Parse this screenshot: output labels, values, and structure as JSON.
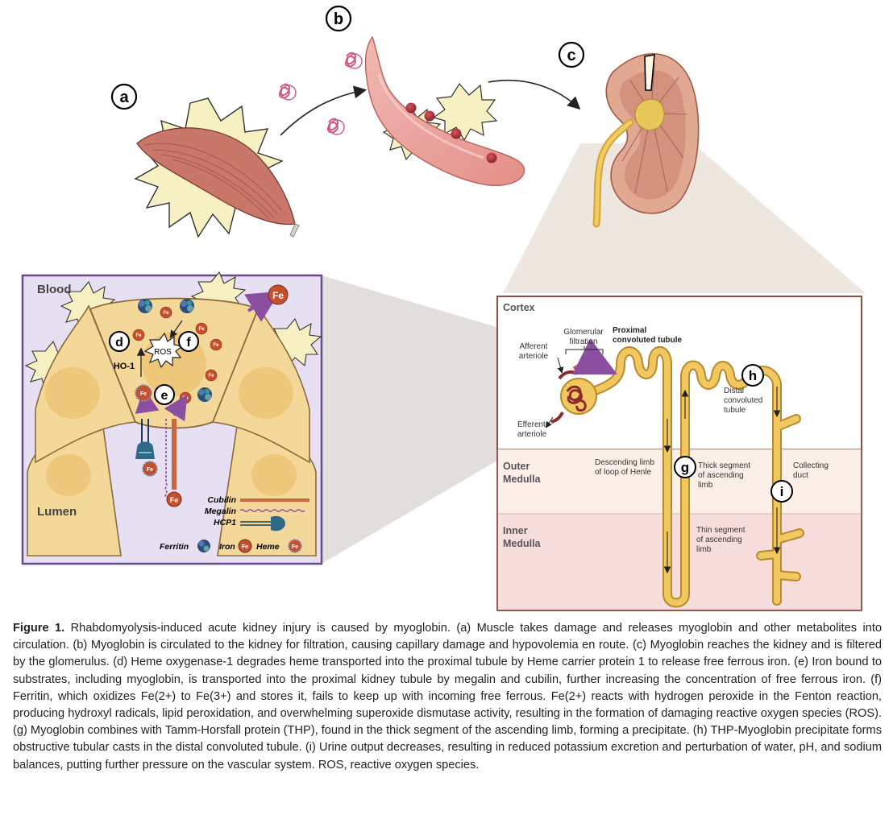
{
  "markers": {
    "a": "a",
    "b": "b",
    "c": "c",
    "d": "d",
    "e": "e",
    "f": "f",
    "g": "g",
    "h": "h",
    "i": "i"
  },
  "left_panel": {
    "blood": "Blood",
    "lumen": "Lumen",
    "ho1": "HO-1",
    "ros": "ROS",
    "fe": "Fe",
    "legend": {
      "cubilin": "Cubilin",
      "megalin": "Megalin",
      "hcp1": "HCP1",
      "ferritin": "Ferritin",
      "iron": "Iron",
      "heme": "Heme"
    }
  },
  "right_panel": {
    "cortex": "Cortex",
    "outer_medulla": [
      "Outer",
      "Medulla"
    ],
    "inner_medulla": [
      "Inner",
      "Medulla"
    ],
    "glomerular_filtration": [
      "Glomerular",
      "filtration"
    ],
    "afferent_arteriole": [
      "Afferent",
      "arteriole"
    ],
    "efferent_arteriole": [
      "Efferent",
      "arteriole"
    ],
    "proximal_tubule": [
      "Proximal",
      "convoluted tubule"
    ],
    "distal_tubule": [
      "Distal",
      "convoluted",
      "tubule"
    ],
    "descending_limb": [
      "Descending limb",
      "of loop of Henle"
    ],
    "thick_segment": [
      "Thick segment",
      "of ascending",
      "limb"
    ],
    "thin_segment": [
      "Thin segment",
      "of ascending",
      "limb"
    ],
    "collecting_duct": [
      "Collecting",
      "duct"
    ]
  },
  "caption": {
    "label": "Figure 1.",
    "text": " Rhabdomyolysis-induced acute kidney injury is caused by myoglobin. (a) Muscle takes damage and releases myoglobin and other metabolites into circulation. (b) Myoglobin is circulated to the kidney for filtration, causing capillary damage and hypovolemia en route. (c) Myoglobin reaches the kidney and is filtered by the glomerulus. (d) Heme oxygenase-1 degrades heme transported into the proximal tubule by Heme carrier protein 1 to release free ferrous iron. (e) Iron bound to substrates, including myoglobin, is transported into the proximal kidney tubule by megalin and cubilin, further increasing the concentration of free ferrous iron. (f) Ferritin, which oxidizes Fe(2+) to Fe(3+) and stores it, fails to keep up with incoming free ferrous. Fe(2+) reacts with hydrogen peroxide in the Fenton reaction, producing hydroxyl radicals, lipid peroxidation, and overwhelming superoxide dismutase activity, resulting in the formation of damaging reactive oxygen species (ROS). (g) Myoglobin combines with Tamm-Horsfall protein (THP), found in the thick segment of the ascending limb, forming a precipitate. (h) THP-Myoglobin precipitate forms obstructive tubular casts in the distal convoluted tubule. (i) Urine output decreases, resulting in reduced potassium excretion and perturbation of water, pH, and sodium balances, putting further pressure on the vascular system. ROS, reactive oxygen species."
  },
  "colors": {
    "cell": "#f4d89a",
    "cell_border": "#8a6a3c",
    "panel_bg": "#e6e0f2",
    "panel_border": "#6a4a8e",
    "iron": "#c4502e",
    "tubule": "#e9bc52",
    "arrow_purple": "#8a4fa0"
  }
}
